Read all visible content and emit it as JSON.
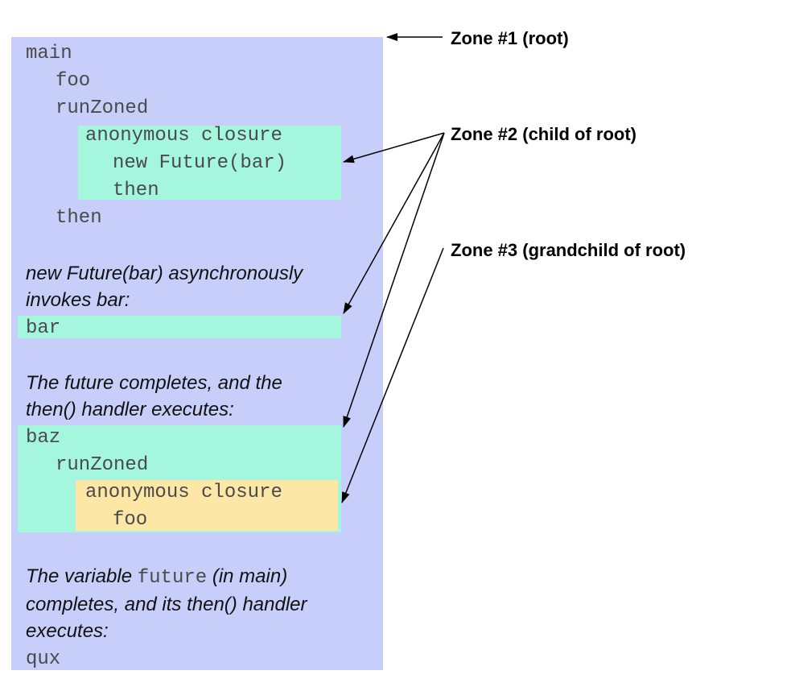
{
  "zone_labels": {
    "zone1": "Zone #1 (root)",
    "zone2": "Zone #2 (child of root)",
    "zone3": "Zone #3 (grandchild of root)"
  },
  "code_lines": {
    "main": "main",
    "foo": "foo",
    "run_zoned": "runZoned",
    "anon_closure": "anonymous closure",
    "new_future": "new Future(bar)",
    "then_inner": "then",
    "then_outer": "then",
    "bar": "bar",
    "baz": "baz",
    "run_zoned_2": "runZoned",
    "anon_closure_2": "anonymous closure",
    "foo_2": "foo",
    "qux": "qux"
  },
  "notes": {
    "note1_line1": "new Future(bar) asynchronously",
    "note1_line2": "invokes bar:",
    "note2_line1": "The future completes, and the",
    "note2_line2": "then() handler executes:",
    "note3_pre": "The variable ",
    "note3_code": "future",
    "note3_post": " (in main)",
    "note3_line2": "completes, and its then() handler",
    "note3_line3": "executes:"
  },
  "colors": {
    "zone1": "#c8cefa",
    "zone2": "#a4f7dc",
    "zone3": "#fde7a6"
  }
}
